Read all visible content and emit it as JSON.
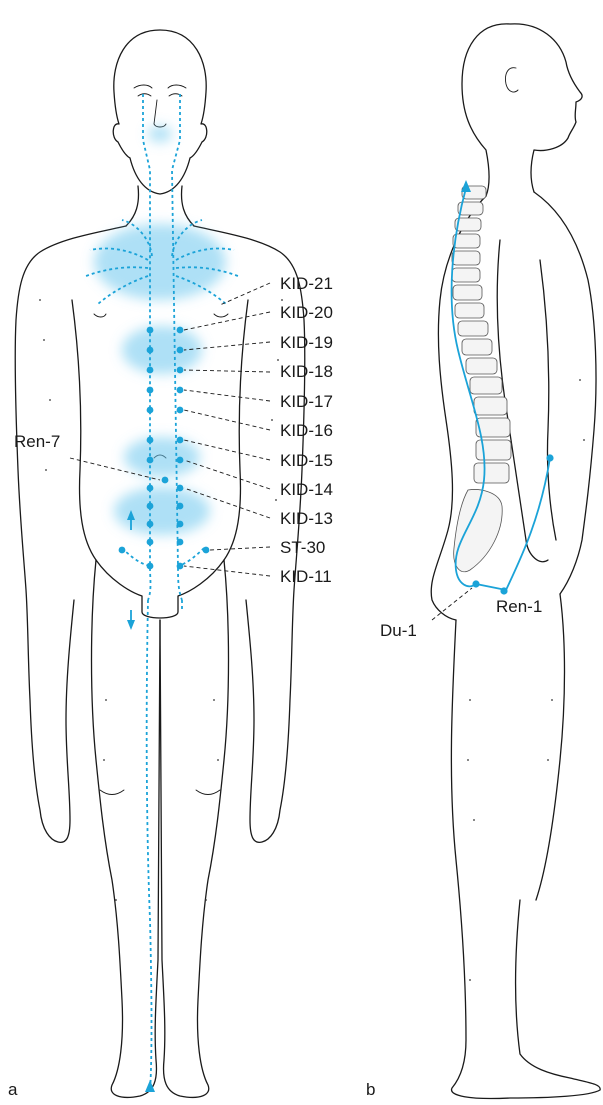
{
  "figure": {
    "panel_a_label": "a",
    "panel_b_label": "b",
    "colors": {
      "channel": "#1ba3d8",
      "glow": "#6cc7ee",
      "ink": "#1a1a1a"
    }
  },
  "front_view": {
    "left_label": "Ren-7",
    "right_labels": [
      "KID-21",
      "KID-20",
      "KID-19",
      "KID-18",
      "KID-17",
      "KID-16",
      "KID-15",
      "KID-14",
      "KID-13",
      "ST-30",
      "KID-11"
    ]
  },
  "side_view": {
    "labels": {
      "du": "Du-1",
      "ren": "Ren-1"
    }
  }
}
